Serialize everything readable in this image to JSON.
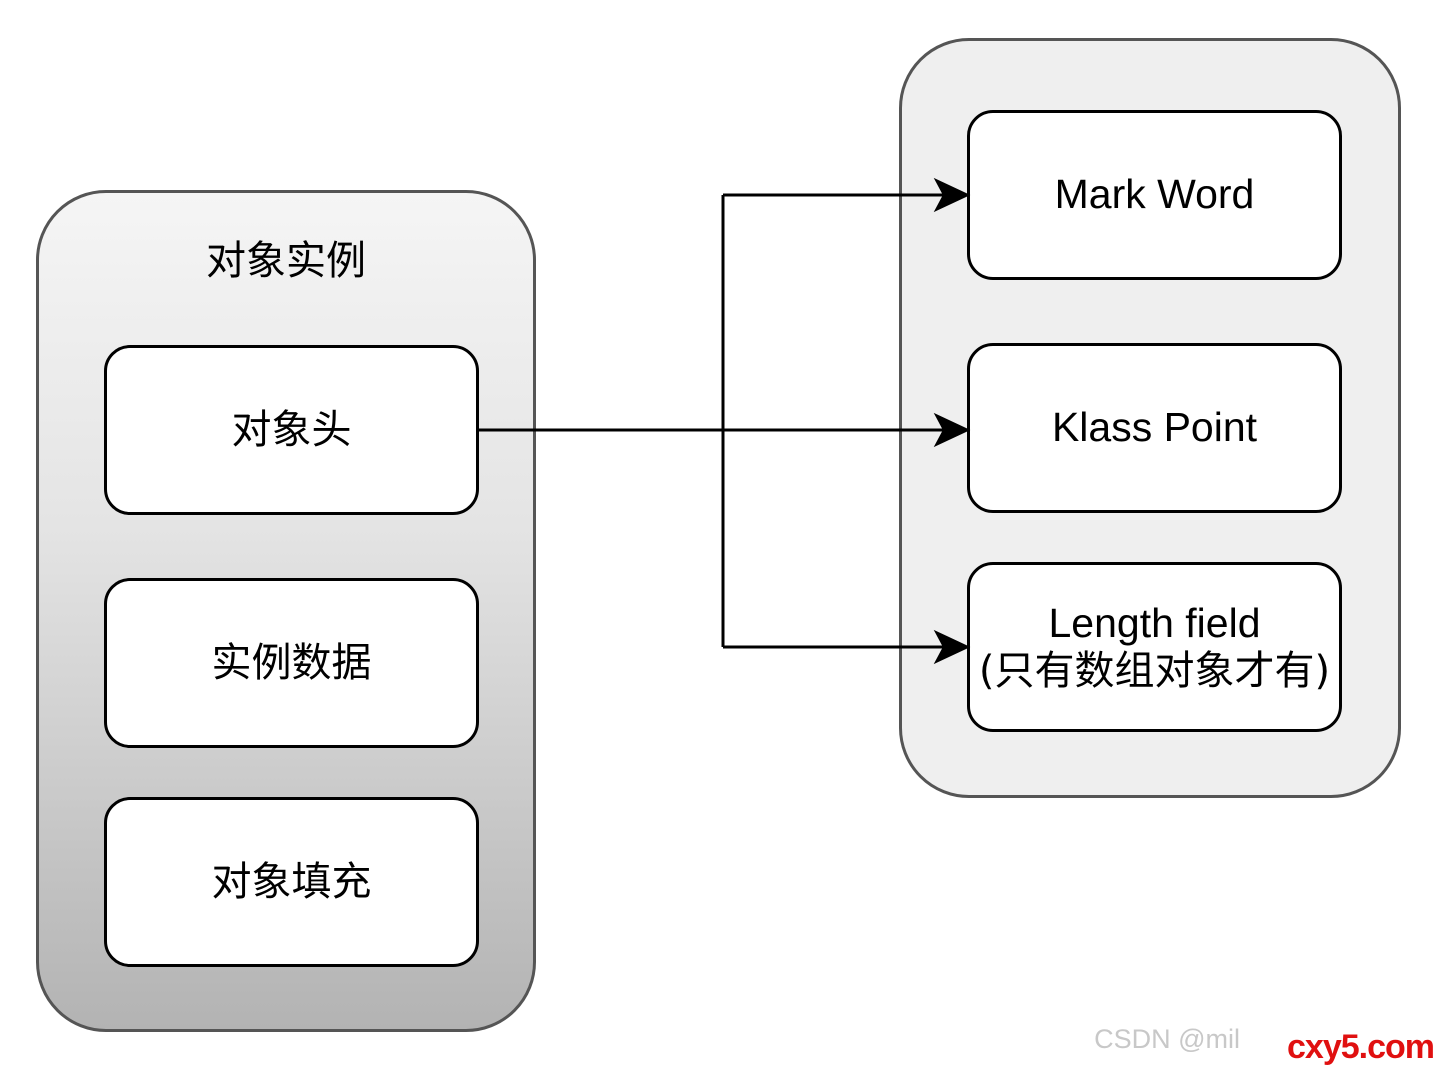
{
  "left_group": {
    "title": "对象实例",
    "items": [
      {
        "label": "对象头"
      },
      {
        "label": "实例数据"
      },
      {
        "label": "对象填充"
      }
    ]
  },
  "right_group": {
    "items": [
      {
        "label": "Mark Word",
        "sublabel": ""
      },
      {
        "label": "Klass Point",
        "sublabel": ""
      },
      {
        "label": "Length field",
        "sublabel": "(只有数组对象才有)"
      }
    ]
  },
  "edges": [
    {
      "from": "对象头",
      "to": "Mark Word"
    },
    {
      "from": "对象头",
      "to": "Klass Point"
    },
    {
      "from": "对象头",
      "to": "Length field"
    }
  ],
  "watermark": {
    "text": "CSDN @mil",
    "brand": "cxy5.com"
  },
  "colors": {
    "stroke": "#000000",
    "container_border": "#555555",
    "right_container_fill": "#efefef",
    "box_fill": "#ffffff",
    "brand": "#e01010"
  }
}
